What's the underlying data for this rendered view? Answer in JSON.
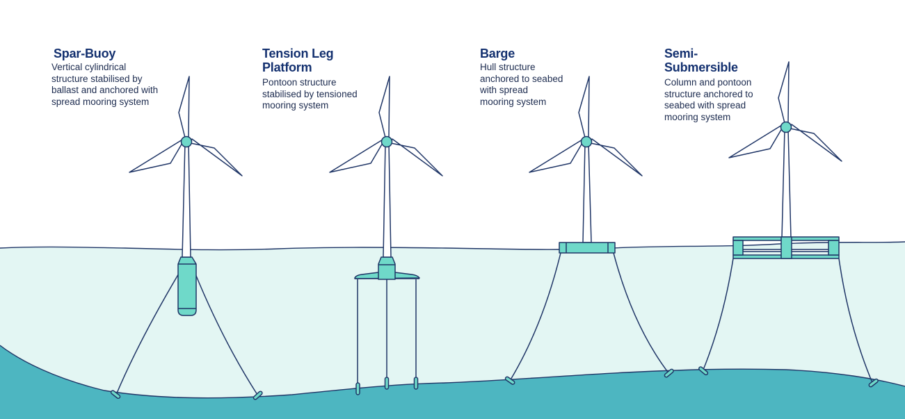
{
  "diagram": {
    "platforms": [
      {
        "title_lines": [
          "Spar-Buoy"
        ],
        "description_lines": [
          "Vertical cylindrical",
          "structure stabilised by",
          "ballast and anchored with",
          "spread mooring system"
        ]
      },
      {
        "title_lines": [
          "Tension Leg",
          "Platform"
        ],
        "description_lines": [
          "Pontoon structure",
          "stabilised by tensioned",
          "mooring system"
        ]
      },
      {
        "title_lines": [
          "Barge"
        ],
        "description_lines": [
          "Hull structure",
          "anchored to seabed",
          "with spread",
          "mooring system"
        ]
      },
      {
        "title_lines": [
          "Semi-",
          "Submersible"
        ],
        "description_lines": [
          "Column and pontoon",
          "structure anchored to",
          "seabed with spread",
          "mooring system"
        ]
      }
    ],
    "colors": {
      "line": "#1f3566",
      "structure_fill": "#6fd9c9",
      "water": "#e3f6f3",
      "seabed": "#4db6c1",
      "title": "#13306f"
    }
  }
}
